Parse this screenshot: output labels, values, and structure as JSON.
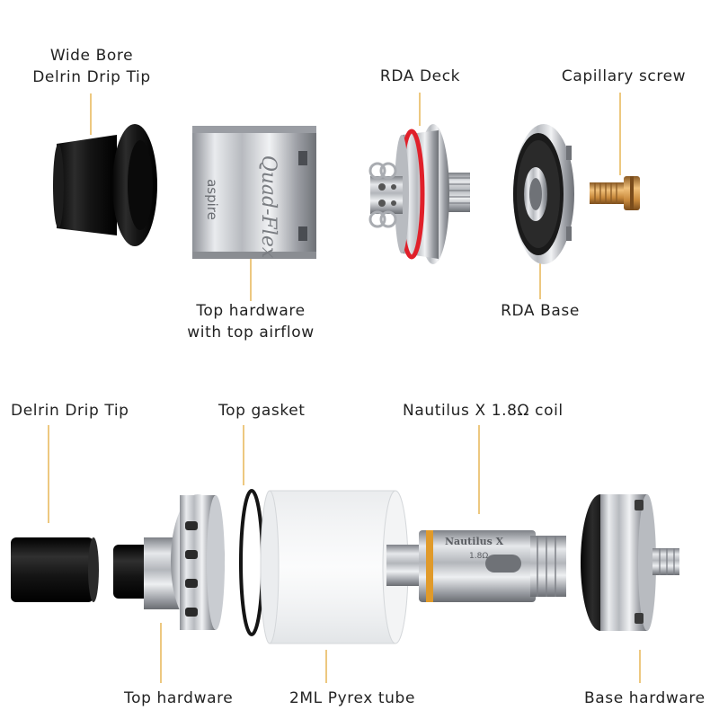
{
  "labels": {
    "wide_bore_line1": "Wide Bore",
    "wide_bore_line2": "Delrin Drip Tip",
    "rda_deck": "RDA Deck",
    "capillary_screw": "Capillary screw",
    "top_hw_airflow_line1": "Top hardware",
    "top_hw_airflow_line2": "with top airflow",
    "rda_base": "RDA Base",
    "delrin_drip_tip": "Delrin Drip Tip",
    "top_gasket": "Top gasket",
    "nautilus_coil": "Nautilus X 1.8Ω coil",
    "top_hardware": "Top hardware",
    "pyrex_tube": "2ML Pyrex tube",
    "base_hardware": "Base hardware"
  },
  "engraving": {
    "brand": "aspire",
    "script": "Quad-Flex",
    "coil_name": "Nautilus X",
    "coil_ohm": "1.8Ω"
  },
  "colors": {
    "leader": "#e5b04a",
    "text": "#222222",
    "steel": "#c9ccd1",
    "black": "#141414",
    "red_ring": "#e0202a",
    "brass": "#c98a3c",
    "gold_ring": "#e09a2a"
  }
}
